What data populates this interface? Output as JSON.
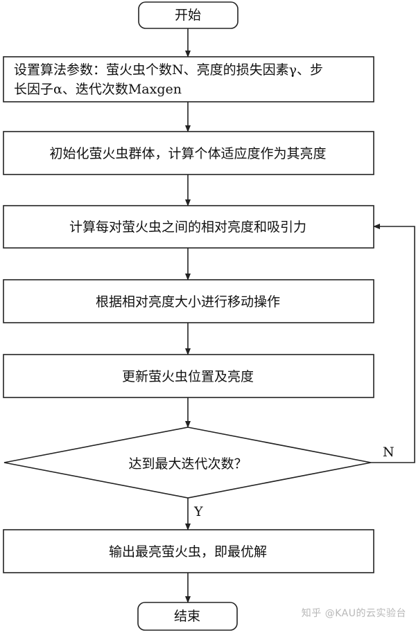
{
  "flowchart": {
    "start": "开始",
    "step1_line1": "设置算法参数：萤火虫个数N、亮度的损失因素γ、步",
    "step1_line2": "长因子α、迭代次数Maxgen",
    "step2": "初始化萤火虫群体，计算个体适应度作为其亮度",
    "step3": "计算每对萤火虫之间的相对亮度和吸引力",
    "step4": "根据相对亮度大小进行移动操作",
    "step5": "更新萤火虫位置及亮度",
    "decision": "达到最大迭代次数？",
    "label_no": "N",
    "label_yes": "Y",
    "step6": "输出最亮萤火虫，即最优解",
    "end": "结束"
  },
  "watermark": "知乎 @KAU的云实验台"
}
